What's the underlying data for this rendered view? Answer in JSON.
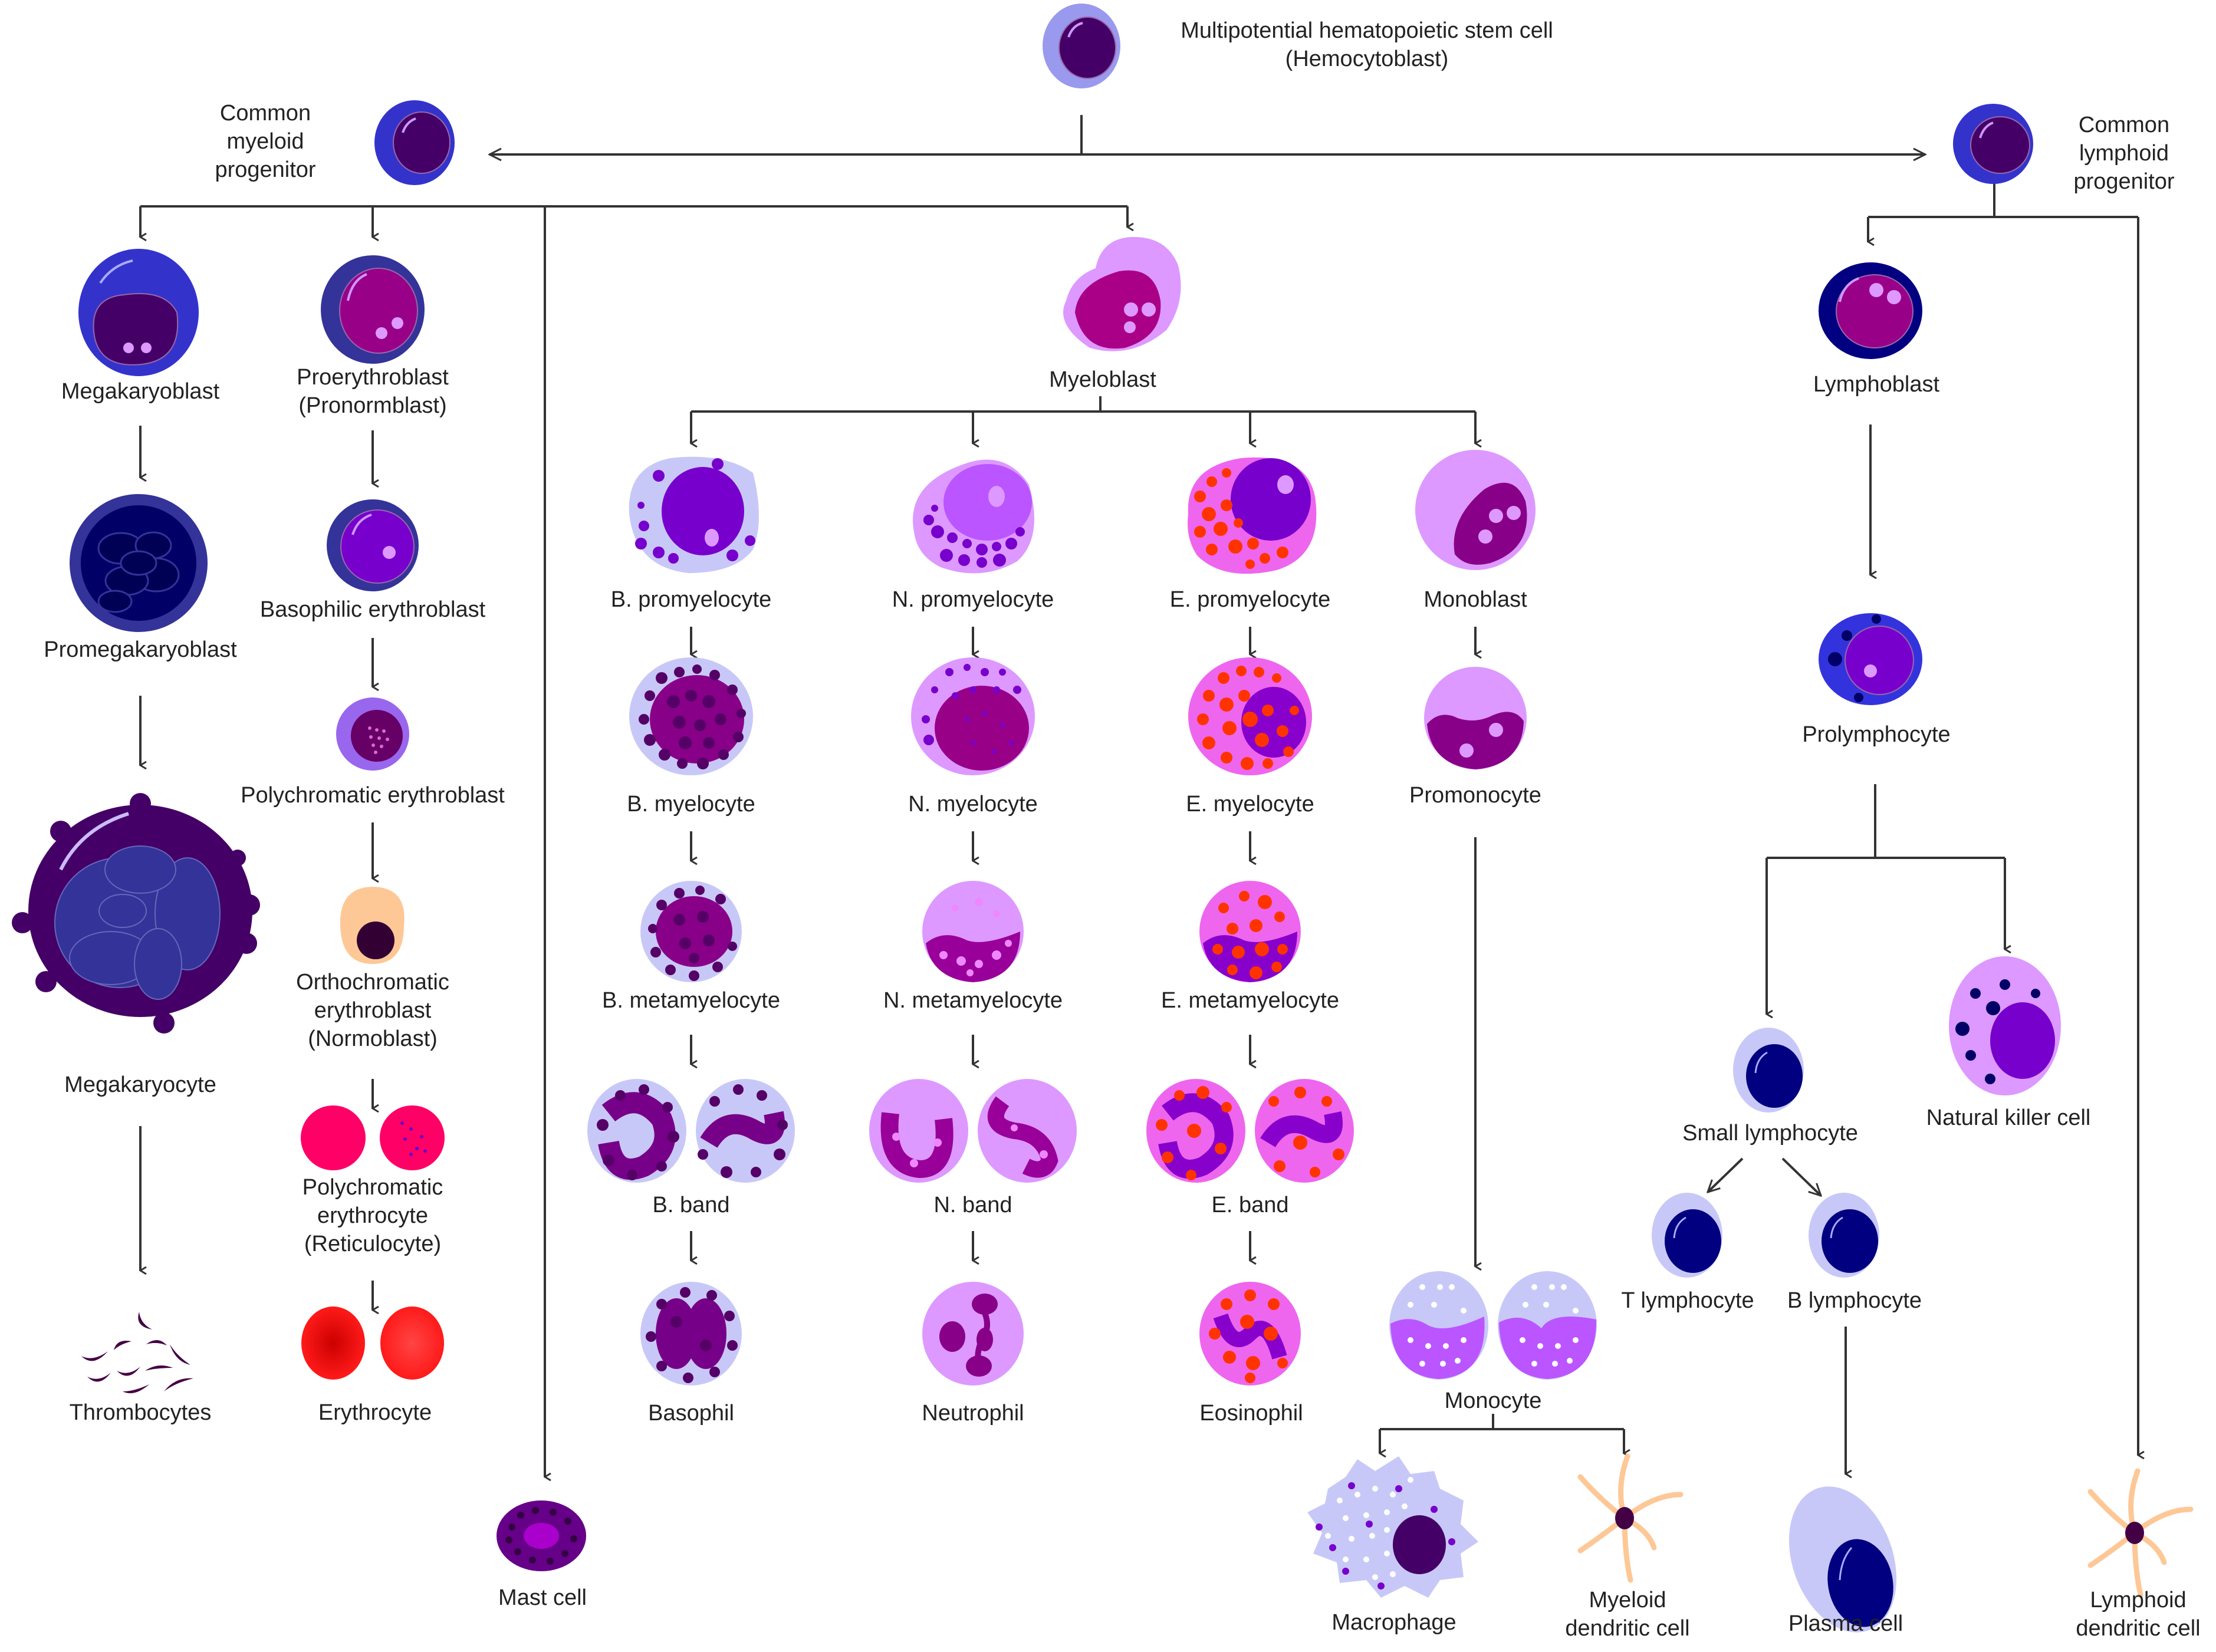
{
  "title": "Hematopoiesis lineage diagram",
  "colors": {
    "line": "#333333",
    "nucleus_dark": "#440066",
    "blue_cytoplasm": "#3333cc",
    "lavender": "#c8c8f8",
    "pink_cytoplasm": "#dd99ff",
    "magenta_nucleus": "#990088",
    "violet_nucleus": "#7700cc",
    "eosin_red": "#ff3300",
    "erythrocyte_red": "#ff1a1a",
    "reticulocyte_pink": "#ff0066",
    "dendritic_peach": "#fdc896",
    "lymph_navy": "#000080"
  },
  "nodes": {
    "hsc": {
      "label": "Multipotential hematopoietic stem cell",
      "sub": "(Hemocytoblast)"
    },
    "cmp": {
      "lines": [
        "Common",
        "myeloid",
        "progenitor"
      ]
    },
    "clp": {
      "lines": [
        "Common",
        "lymphoid",
        "progenitor"
      ]
    },
    "megakaryoblast": {
      "label": "Megakaryoblast"
    },
    "promegakaryoblast": {
      "label": "Promegakaryoblast"
    },
    "megakaryocyte": {
      "label": "Megakaryocyte"
    },
    "thrombocytes": {
      "label": "Thrombocytes"
    },
    "proerythroblast": {
      "lines": [
        "Proerythroblast",
        "(Pronormblast)"
      ]
    },
    "basophilic_erythroblast": {
      "label": "Basophilic erythroblast"
    },
    "polychromatic_erythroblast": {
      "label": "Polychromatic erythroblast"
    },
    "orthochromatic_erythroblast": {
      "lines": [
        "Orthochromatic",
        "erythroblast",
        "(Normoblast)"
      ]
    },
    "polychromatic_erythrocyte": {
      "lines": [
        "Polychromatic",
        "erythrocyte",
        "(Reticulocyte)"
      ]
    },
    "erythrocyte": {
      "label": "Erythrocyte"
    },
    "mast_cell": {
      "label": "Mast cell"
    },
    "myeloblast": {
      "label": "Myeloblast"
    },
    "b_promyelocyte": {
      "label": "B. promyelocyte"
    },
    "n_promyelocyte": {
      "label": "N. promyelocyte"
    },
    "e_promyelocyte": {
      "label": "E. promyelocyte"
    },
    "monoblast": {
      "label": "Monoblast"
    },
    "b_myelocyte": {
      "label": "B. myelocyte"
    },
    "n_myelocyte": {
      "label": "N. myelocyte"
    },
    "e_myelocyte": {
      "label": "E. myelocyte"
    },
    "promonocyte": {
      "label": "Promonocyte"
    },
    "b_metamyelocyte": {
      "label": "B. metamyelocyte"
    },
    "n_metamyelocyte": {
      "label": "N. metamyelocyte"
    },
    "e_metamyelocyte": {
      "label": "E. metamyelocyte"
    },
    "b_band": {
      "label": "B. band"
    },
    "n_band": {
      "label": "N. band"
    },
    "e_band": {
      "label": "E. band"
    },
    "basophil": {
      "label": "Basophil"
    },
    "neutrophil": {
      "label": "Neutrophil"
    },
    "eosinophil": {
      "label": "Eosinophil"
    },
    "monocyte": {
      "label": "Monocyte"
    },
    "macrophage": {
      "label": "Macrophage"
    },
    "myeloid_dendritic": {
      "lines": [
        "Myeloid",
        "dendritic cell"
      ]
    },
    "lymphoblast": {
      "label": "Lymphoblast"
    },
    "prolymphocyte": {
      "label": "Prolymphocyte"
    },
    "small_lymphocyte": {
      "label": "Small lymphocyte"
    },
    "nk_cell": {
      "label": "Natural killer cell"
    },
    "t_lymphocyte": {
      "label": "T lymphocyte"
    },
    "b_lymphocyte": {
      "label": "B lymphocyte"
    },
    "plasma_cell": {
      "label": "Plasma cell"
    },
    "lymphoid_dendritic": {
      "lines": [
        "Lymphoid",
        "dendritic cell"
      ]
    }
  }
}
